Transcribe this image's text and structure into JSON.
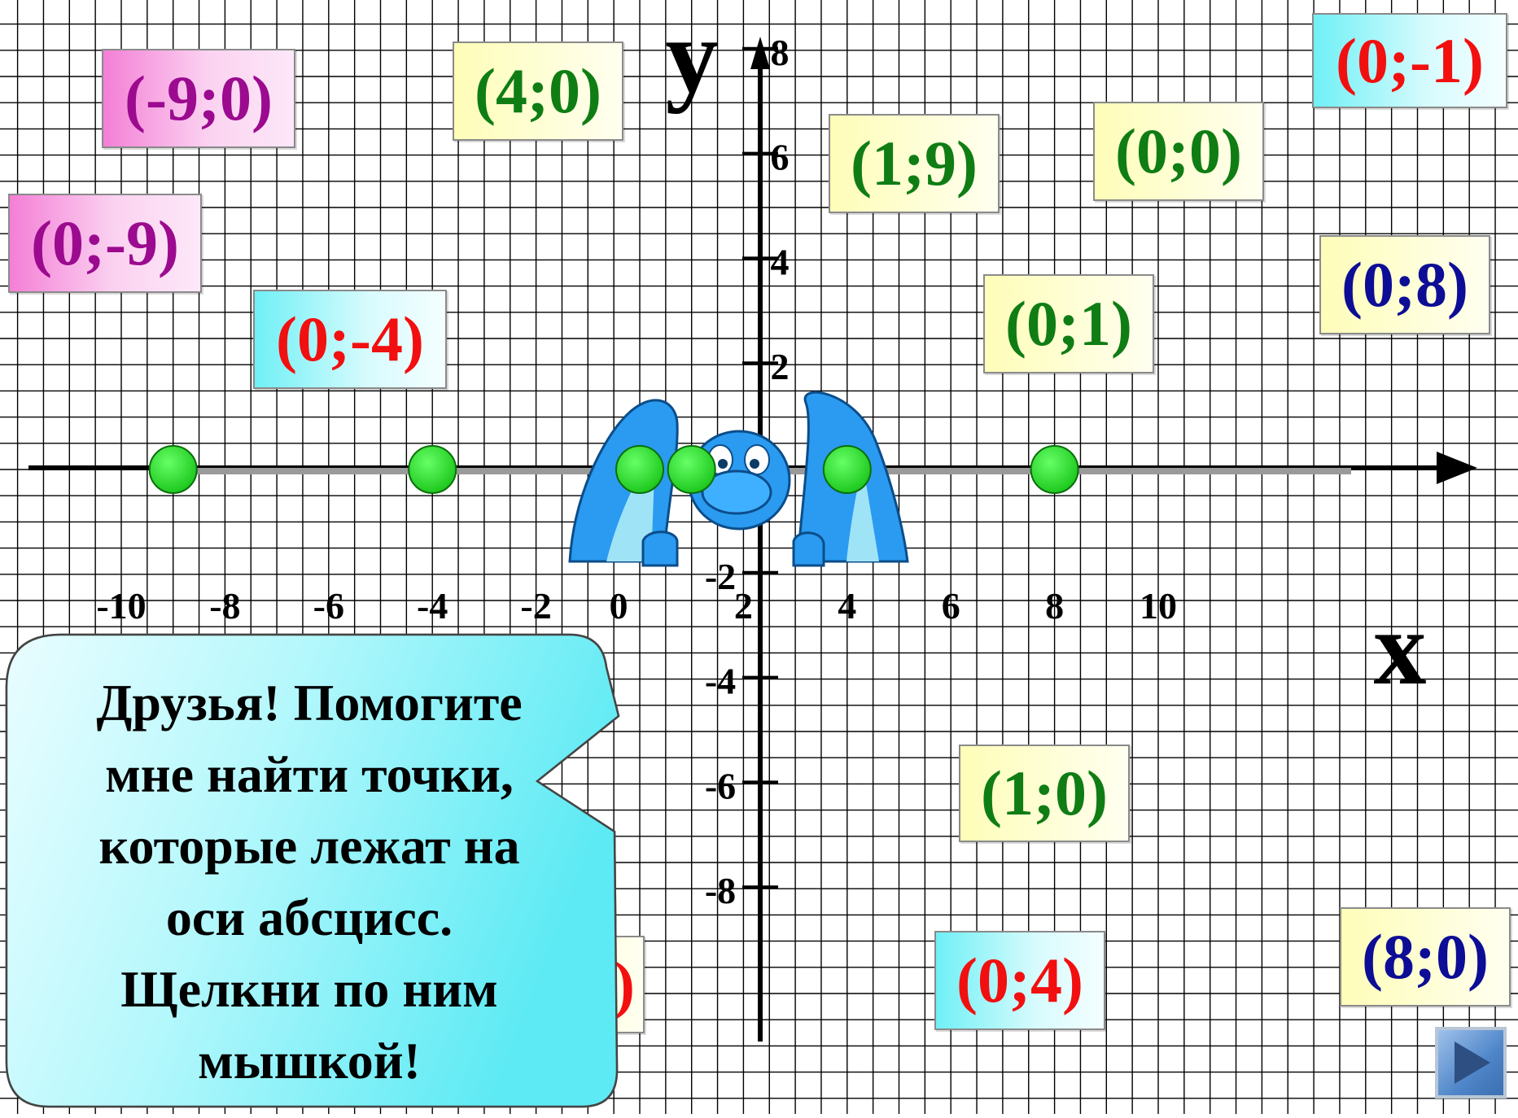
{
  "axes": {
    "x_label": "x",
    "y_label": "y",
    "x_tick_labels": [
      "-10",
      "-8",
      "-6",
      "-4",
      "-2",
      "0",
      "2",
      "4",
      "6",
      "8",
      "10"
    ],
    "y_tick_labels": [
      "8",
      "6",
      "4",
      "2",
      "-2",
      "-4",
      "-6",
      "-8"
    ]
  },
  "points_on_x_axis": [
    {
      "x": -9,
      "y": 0
    },
    {
      "x": -4,
      "y": 0
    },
    {
      "x": 0,
      "y": 0
    },
    {
      "x": 1,
      "y": 0
    },
    {
      "x": 4,
      "y": 0
    },
    {
      "x": 8,
      "y": 0
    }
  ],
  "cards": [
    {
      "label": "(-9;0)",
      "color": "#9b0a8f"
    },
    {
      "label": "(4;0)",
      "color": "#0f7d14"
    },
    {
      "label": "(0;-1)",
      "color": "#f20f0f"
    },
    {
      "label": "(1;9)",
      "color": "#0f7d14"
    },
    {
      "label": "(0;0)",
      "color": "#0f7d14"
    },
    {
      "label": "(0;-9)",
      "color": "#9b0a8f"
    },
    {
      "label": "(0;8)",
      "color": "#0d0d96"
    },
    {
      "label": "(0;-4)",
      "color": "#f20f0f"
    },
    {
      "label": "(0;1)",
      "color": "#0f7d14"
    },
    {
      "label": "(1;0)",
      "color": "#0f7d14"
    },
    {
      "label": "0)",
      "color": "#f20f0f"
    },
    {
      "label": "(0;4)",
      "color": "#f20f0f"
    },
    {
      "label": "(8;0)",
      "color": "#0d0d96"
    }
  ],
  "speech_bubble": {
    "lines": [
      "Друзья! Помогите",
      "мне найти точки,",
      "которые лежат на",
      "оси абсцисс.",
      "Щелкни по ним",
      "мышкой!"
    ]
  },
  "colors": {
    "grid": "#000000",
    "axis": "#000000",
    "point_fill": "#22dd22",
    "character": "#2a9bf0",
    "bubble_fill_from": "#ccfbff",
    "bubble_fill_to": "#7df2f8"
  },
  "icons": [
    "play-next-icon"
  ]
}
